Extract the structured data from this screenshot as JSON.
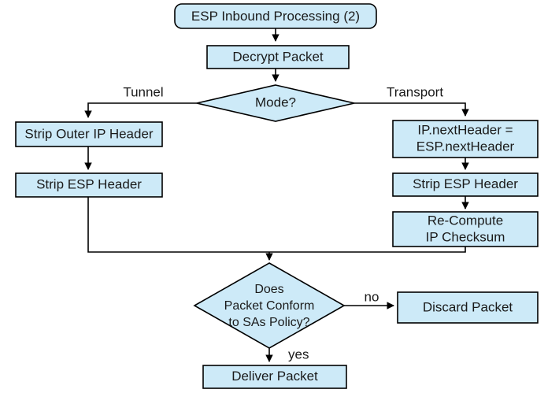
{
  "diagram": {
    "title": "ESP Inbound Processing (2)",
    "type": "flowchart",
    "colors": {
      "node_fill": "#cdeaf8",
      "node_stroke": "#000000",
      "background": "#ffffff",
      "text": "#1a1a1a"
    },
    "nodes": [
      {
        "id": "start",
        "shape": "rounded-rectangle",
        "label": "ESP Inbound Processing (2)",
        "lines": [
          "ESP Inbound Processing (2)"
        ]
      },
      {
        "id": "decrypt",
        "shape": "rectangle",
        "label": "Decrypt Packet",
        "lines": [
          "Decrypt Packet"
        ]
      },
      {
        "id": "mode",
        "shape": "diamond",
        "label": "Mode?",
        "lines": [
          "Mode?"
        ]
      },
      {
        "id": "strip-outer-ip",
        "shape": "rectangle",
        "label": "Strip Outer IP Header",
        "lines": [
          "Strip Outer IP Header"
        ]
      },
      {
        "id": "strip-esp-tunnel",
        "shape": "rectangle",
        "label": "Strip ESP Header",
        "lines": [
          "Strip ESP Header"
        ]
      },
      {
        "id": "next-header",
        "shape": "rectangle",
        "label": "IP.nextHeader = ESP.nextHeader",
        "lines": [
          "IP.nextHeader =",
          "ESP.nextHeader"
        ]
      },
      {
        "id": "strip-esp-transport",
        "shape": "rectangle",
        "label": "Strip ESP Header",
        "lines": [
          "Strip ESP Header"
        ]
      },
      {
        "id": "recompute-checksum",
        "shape": "rectangle",
        "label": "Re-Compute IP Checksum",
        "lines": [
          "Re-Compute",
          "IP Checksum"
        ]
      },
      {
        "id": "conform",
        "shape": "diamond",
        "label": "Does Packet Conform to SAs Policy?",
        "lines": [
          "Does",
          "Packet Conform",
          "to SAs Policy?"
        ]
      },
      {
        "id": "discard",
        "shape": "rectangle",
        "label": "Discard Packet",
        "lines": [
          "Discard Packet"
        ]
      },
      {
        "id": "deliver",
        "shape": "rectangle",
        "label": "Deliver Packet",
        "lines": [
          "Deliver Packet"
        ]
      }
    ],
    "edge_labels": {
      "tunnel": "Tunnel",
      "transport": "Transport",
      "no": "no",
      "yes": "yes"
    }
  }
}
